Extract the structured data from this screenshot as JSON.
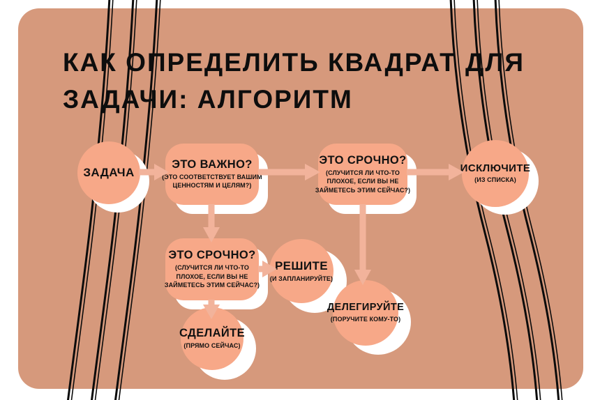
{
  "title": {
    "line1": "КАК ОПРЕДЕЛИТЬ КВАДРАТ ДЛЯ",
    "line2": "ЗАДАЧИ: АЛГОРИТМ"
  },
  "colors": {
    "card_bg": "#d6997c",
    "node_fill": "#f7a888",
    "arrow_fill": "#f2b39b",
    "shadow": "#ffffff",
    "line_color": "#0b0b0b",
    "text": "#121212"
  },
  "nodes": {
    "task": {
      "label": "ЗАДАЧА"
    },
    "important": {
      "label": "ЭТО ВАЖНО?",
      "sub": [
        "(ЭТО СООТВЕТСТВУЕТ ВАШИМ",
        "ЦЕННОСТЯМ И ЦЕЛЯМ?)"
      ]
    },
    "urgent_top": {
      "label": "ЭТО СРОЧНО?",
      "sub": [
        "(СЛУЧИТСЯ ЛИ ЧТО-ТО",
        "ПЛОХОЕ, ЕСЛИ ВЫ НЕ",
        "ЗАЙМЕТЕСЬ ЭТИМ СЕЙЧАС?)"
      ]
    },
    "eliminate": {
      "label": "ИСКЛЮЧИТЕ",
      "sub": "(ИЗ СПИСКА)"
    },
    "urgent_mid": {
      "label": "ЭТО СРОЧНО?",
      "sub": [
        "(СЛУЧИТСЯ ЛИ ЧТО-ТО",
        "ПЛОХОЕ, ЕСЛИ ВЫ НЕ",
        "ЗАЙМЕТЕСЬ ЭТИМ СЕЙЧАС?)"
      ]
    },
    "decide": {
      "label": "РЕШИТЕ",
      "sub": "(И ЗАПЛАНИРУЙТЕ)"
    },
    "delegate": {
      "label": "ДЕЛЕГИРУЙТЕ",
      "sub": "(ПОРУЧИТЕ КОМУ-ТО)"
    },
    "do": {
      "label": "СДЕЛАЙТЕ",
      "sub": "(ПРЯМО СЕЙЧАС)"
    }
  }
}
